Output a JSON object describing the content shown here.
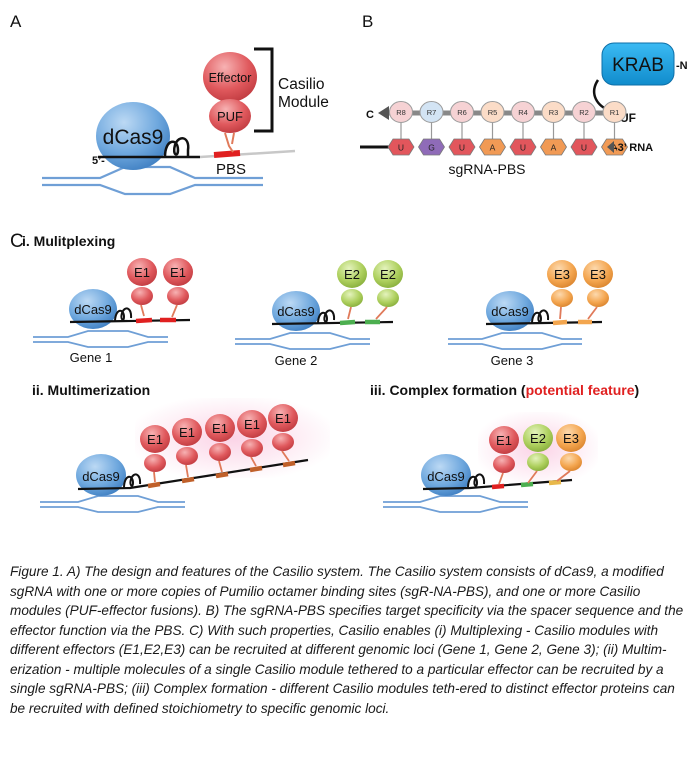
{
  "panels": {
    "a": "A",
    "b": "B",
    "c": "C"
  },
  "panel_a": {
    "dcas9": "dCas9",
    "five_prime": "5’-",
    "effector": "Effector",
    "puf": "PUF",
    "pbs": "PBS",
    "module_line1": "Casilio",
    "module_line2": "Module"
  },
  "panel_b": {
    "krab": "KRAB",
    "n_term": "-N",
    "c_term": "C",
    "puf": "PUF",
    "rna": "-3’ RNA",
    "sgrna_pbs": "sgRNA-PBS",
    "repeats": [
      "R8",
      "R7",
      "R6",
      "R5",
      "R4",
      "R3",
      "R2",
      "R1"
    ],
    "bases": [
      "U",
      "G",
      "U",
      "A",
      "U",
      "A",
      "U",
      "A"
    ],
    "colors": {
      "repeat_fill": [
        "#f6d2d4",
        "#d3e4f4",
        "#f6d2d4",
        "#fbdcc7",
        "#f6d2d4",
        "#fbdcc7",
        "#f6d2d4",
        "#fbdcc7"
      ],
      "base_fill": [
        "#e2565c",
        "#8f6bb8",
        "#e2565c",
        "#f19a55",
        "#e2565c",
        "#f19a55",
        "#e2565c",
        "#f19a55"
      ]
    }
  },
  "panel_c": {
    "multiplexing": "i. Mulitplexing",
    "gene1": "Gene 1",
    "gene2": "Gene 2",
    "gene3": "Gene 3",
    "e1": "E1",
    "e2": "E2",
    "e3": "E3",
    "dcas9": "dCas9",
    "multimerization": "ii. Multimerization",
    "complex_prefix": "iii. Complex formation (",
    "complex_feature": "potential feature",
    "complex_suffix": ")"
  },
  "colors": {
    "e1": "#e05b5f",
    "e2": "#a8cf58",
    "e3": "#f3a64f",
    "dcas9": "#5b9bd8",
    "dna": "#6f9fd6",
    "pbs_red": "#e02020",
    "krab": "#1aa3e8",
    "highlight": "#e02020"
  },
  "caption": "Figure 1. A) The design and features of the Casilio system. The Casilio system consists of dCas9, a modified sgRNA with one or more copies of Pumilio octamer binding sites (sgR-NA-PBS), and one or more Casilio modules (PUF-effector fusions).  B) The sgRNA-PBS specifies target specificity via the spacer sequence and the effector function via the PBS. C) With such properties, Casilio enables (i) Multiplexing - Casilio modules with different effectors (E1,E2,E3) can be recruited at different genomic loci (Gene 1, Gene 2, Gene 3); (ii) Multim-erization - multiple molecules of a single Casilio module tethered to a particular effector can be recruited by a single sgRNA-PBS; (iii) Complex formation - different Casilio modules teth-ered to distinct effector proteins can be recruited with defined stoichiometry to specific genomic loci."
}
